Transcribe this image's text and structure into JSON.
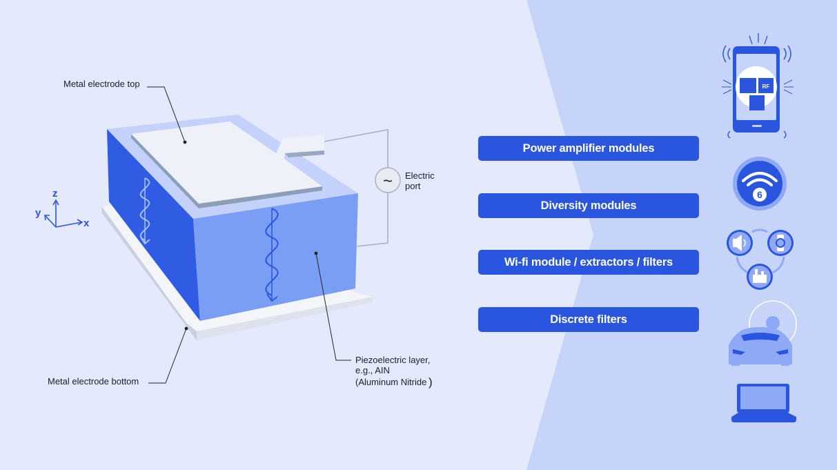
{
  "colors": {
    "background_left": "#e4eafc",
    "background_right": "#c6d4fa",
    "accent_blue": "#2a55de",
    "layer_side_dark": "#2f5ce3",
    "layer_front": "#7b9ef5",
    "electrode": "#eef1f7",
    "icon_light": "#8eaaf6"
  },
  "diagram": {
    "axes": {
      "z": "z",
      "y": "y",
      "x": "x"
    },
    "labels": {
      "top_electrode": "Metal electrode top",
      "bottom_electrode": "Metal electrode bottom",
      "port_line1": "Electric",
      "port_line2": "port",
      "port_symbol": "~",
      "piezo_line1": "Piezoelectric layer,",
      "piezo_line2": "e.g., AIN",
      "piezo_line3": "(Aluminum Nitride",
      "piezo_paren": ")"
    }
  },
  "applications": [
    {
      "label": "Power amplifier modules"
    },
    {
      "label": "Diversity modules"
    },
    {
      "label": "Wi-fi module / extractors / filters"
    },
    {
      "label": "Discrete filters"
    }
  ],
  "icons": {
    "phone": {
      "name": "smartphone-rf-icon",
      "chip_labels": [
        "RF",
        "RF",
        "RF"
      ]
    },
    "wifi": {
      "name": "wifi-6-icon",
      "badge": "6"
    },
    "iot": {
      "name": "iot-devices-icon"
    },
    "car": {
      "name": "car-icon"
    },
    "laptop": {
      "name": "laptop-icon"
    }
  }
}
